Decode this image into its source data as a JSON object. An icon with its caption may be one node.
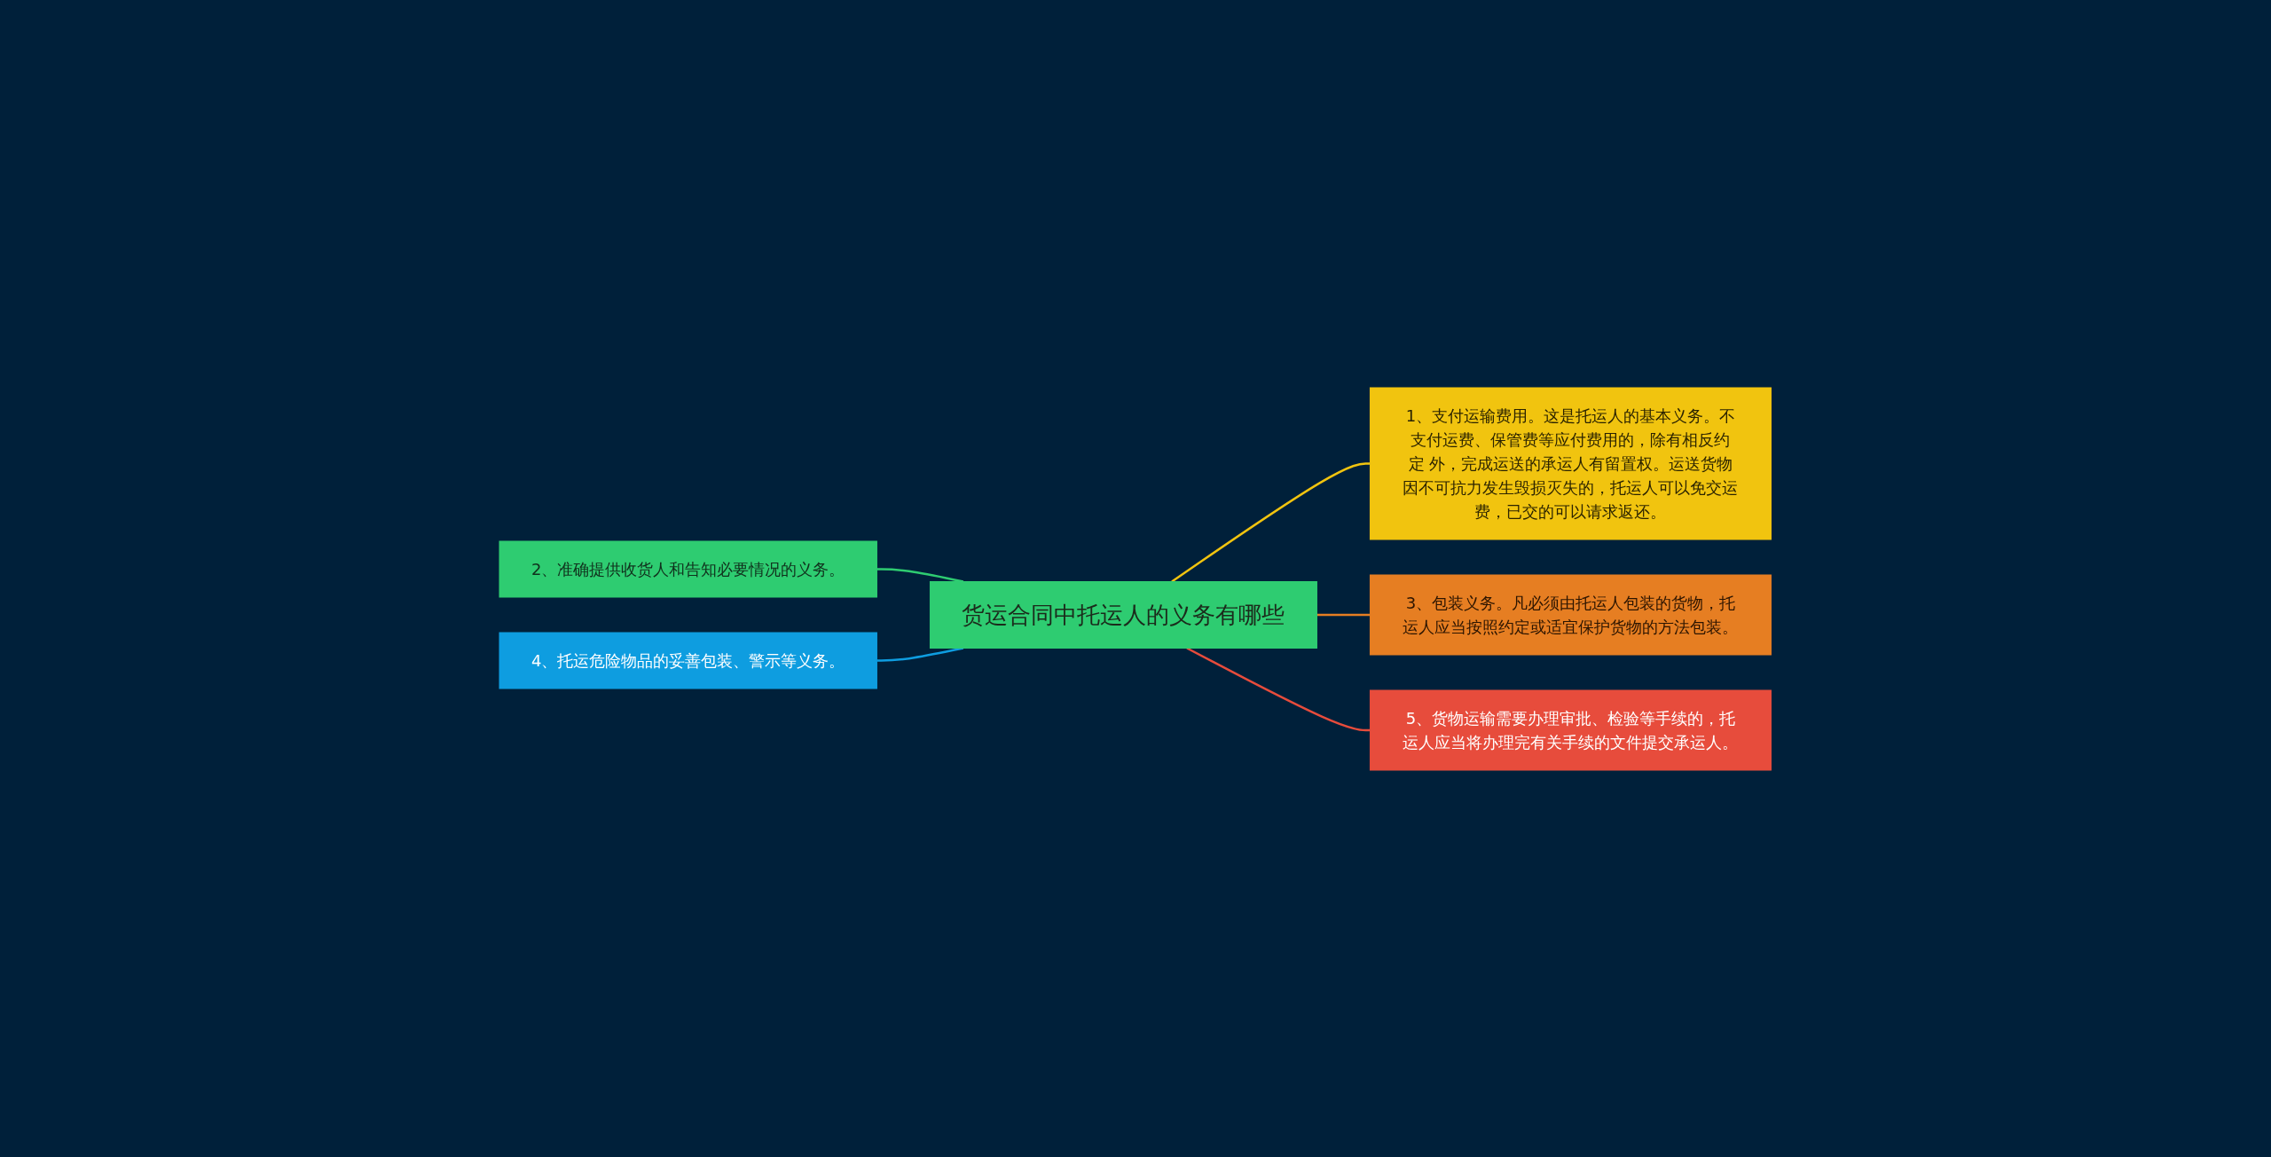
{
  "diagram": {
    "nodes": [
      {
        "text": [
          "货运合同中托运人的义务有哪些"
        ]
      },
      {
        "text": [
          "1、支付运输费用。这是托运人的基本义务。不支付运费、保管费等应付费用的，除有相反约定 外，完成运送的承运人有留置权。运送货物因不可抗力发生毁损灭失的，托运人可以免交运费，已交的可以请求返还。"
        ]
      },
      {
        "text": [
          "2、准确提供收货人和告知必要情况的义务。"
        ]
      },
      {
        "text": [
          "3、包装义务。凡必须由托运人包装的货物，托运人应当按照约定或适宜保护货物的方法包装。"
        ]
      },
      {
        "text": [
          "4、托运危险物品的妥善包装、警示等义务。"
        ]
      },
      {
        "text": [
          "5、货物运输需要办理审批、检验等手续的，托运人应当将办理完有关手续的文件提交承运人。"
        ]
      }
    ],
    "edges": [
      {
        "from": 2,
        "to": 0,
        "arrow": "none",
        "color": "#2ecc71"
      },
      {
        "from": 4,
        "to": 0,
        "arrow": "none",
        "color": "#0e9de0"
      },
      {
        "from": 0,
        "to": 1,
        "arrow": "none",
        "color": "#f1c40f"
      },
      {
        "from": 0,
        "to": 3,
        "arrow": "none",
        "color": "#e67e22"
      },
      {
        "from": 0,
        "to": 5,
        "arrow": "none",
        "color": "#e74c3c"
      }
    ]
  }
}
